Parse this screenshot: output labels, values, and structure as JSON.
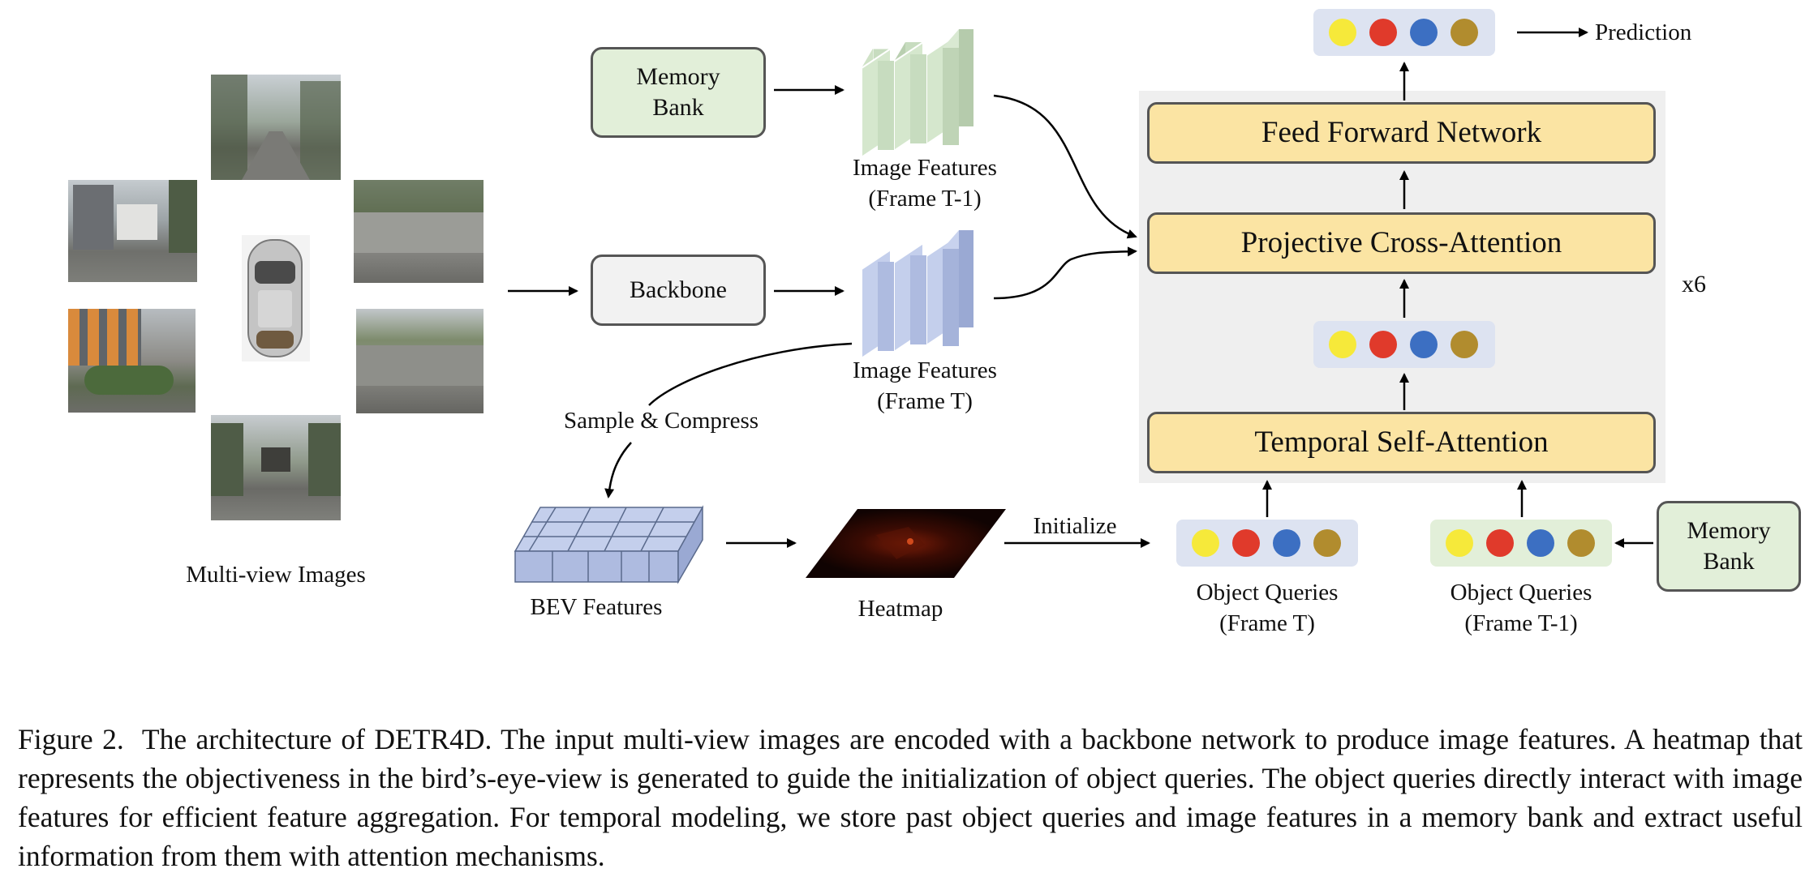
{
  "diagram": {
    "multiview_label": "Multi-view Images",
    "memory_bank_top": [
      "Memory",
      "Bank"
    ],
    "backbone": "Backbone",
    "image_features_prev": [
      "Image Features",
      "(Frame T-1)"
    ],
    "image_features_curr": [
      "Image Features",
      "(Frame T)"
    ],
    "sample_compress": "Sample & Compress",
    "bev_features": "BEV Features",
    "heatmap": "Heatmap",
    "initialize": "Initialize",
    "object_queries_curr": [
      "Object Queries",
      "(Frame T)"
    ],
    "object_queries_prev": [
      "Object Queries",
      "(Frame T-1)"
    ],
    "memory_bank_right": [
      "Memory",
      "Bank"
    ],
    "temporal_self_attention": "Temporal Self-Attention",
    "projective_cross_attention": "Projective Cross-Attention",
    "feed_forward_network": "Feed Forward Network",
    "repeat": "x6",
    "prediction": "Prediction",
    "query_colors": [
      "#f6e93a",
      "#e03a2b",
      "#3c6fc2",
      "#b18c2e"
    ],
    "colors": {
      "memory_green": "#e2efd9",
      "feature_green": "#c7dcbf",
      "feature_blue": "#aebbe0",
      "block_yellow": "#fbe4a3",
      "decoder_bg": "#efefef",
      "query_bg_blue": "#dde3f1",
      "query_bg_green": "#e2efd9"
    }
  },
  "caption": {
    "figure_number": "Figure 2.",
    "text": "The architecture of DETR4D. The input multi-view images are encoded with a backbone network to produce image features. A heatmap that represents the objectiveness in the bird’s-eye-view is generated to guide the initialization of object queries. The object queries directly interact with image features for efficient feature aggregation. For temporal modeling, we store past object queries and image features in a memory bank and extract useful information from them with attention mechanisms."
  }
}
